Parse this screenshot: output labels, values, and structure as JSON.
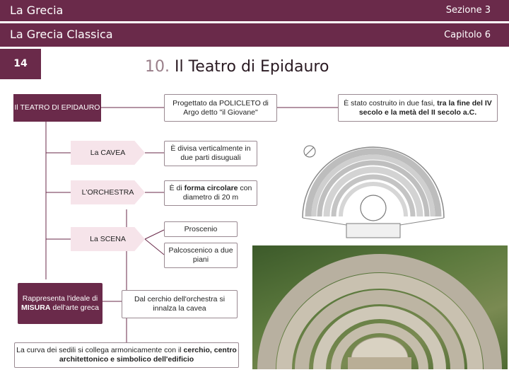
{
  "header": {
    "book": "La Grecia",
    "section": "Sezione 3",
    "subtitle": "La Grecia Classica",
    "chapter": "Capitolo 6"
  },
  "page_number": "14",
  "title": {
    "number": "10.",
    "text": " Il Teatro di Epidauro"
  },
  "boxes": {
    "main": "Il TEATRO DI EPIDAURO",
    "progetto": "Progettato da POLICLETO di Argo detto \"il Giovane\"",
    "costruito_pre": "È stato costruito in due fasi, ",
    "costruito_bold": "tra la fine del IV secolo e la metà del II secolo a.C.",
    "cavea": "La CAVEA",
    "cavea_desc": "È divisa verticalmente in due parti disuguali",
    "orchestra": "L'ORCHESTRA",
    "orchestra_pre": "È di ",
    "orchestra_bold": "forma circolare",
    "orchestra_post": " con diametro di 20 m",
    "scena": "La SCENA",
    "proscenio": "Proscenio",
    "palcoscenico": "Palcoscenico a due piani",
    "ideale_pre": "Rappresenta l'ideale di ",
    "ideale_bold": "MISURA",
    "ideale_post": " dell'arte greca",
    "cerchio": "Dal cerchio dell'orchestra si innalza la cavea",
    "curva_pre": "La curva dei sedili si collega armonicamente con il ",
    "curva_bold": "cerchio, centro architettonico e simbolico dell'edificio"
  }
}
